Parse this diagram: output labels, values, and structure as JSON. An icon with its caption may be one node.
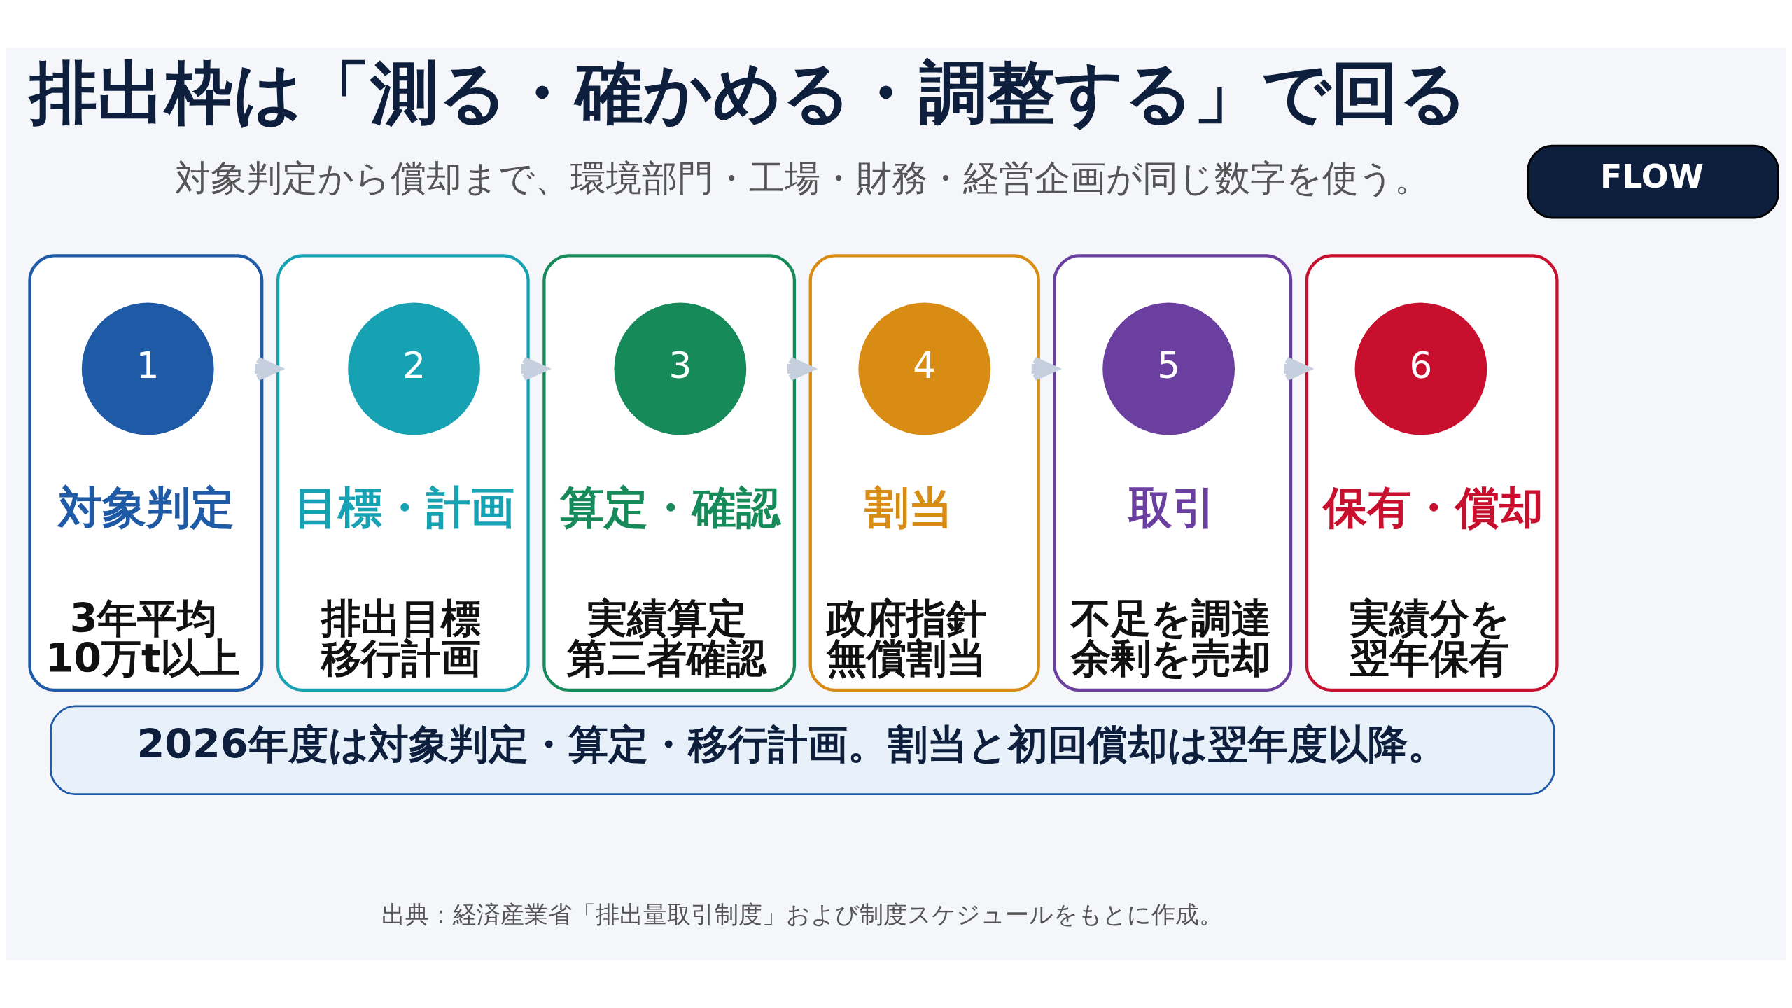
{
  "diagram": {
    "title": "排出枠は「測る・確かめる・調整する」で回る",
    "nodes": [
      {
        "text": [
          "対象判定",
          "3年平均 10万t以上"
        ]
      },
      {
        "text": [
          "1"
        ],
        "in": 0
      },
      {
        "text": [
          "目標・計画",
          "排出目標移行計画"
        ]
      },
      {
        "text": [
          "2"
        ],
        "in": 2
      },
      {
        "text": [
          "算定・確認",
          "実績算定第三者確認"
        ]
      },
      {
        "text": [
          "3"
        ],
        "in": 4
      },
      {
        "text": [
          "割当",
          "政府指針無償割当"
        ]
      },
      {
        "text": [
          "4"
        ],
        "in": 6
      },
      {
        "text": [
          "取引",
          "不足を調達余剰を売却"
        ]
      },
      {
        "text": [
          "5"
        ],
        "in": 8
      },
      {
        "text": [
          "保有・償却",
          "実績分を翌年保有"
        ]
      },
      {
        "text": [
          "6"
        ],
        "in": 10
      },
      {
        "text": [
          "2026年度は対象判定・算定・移行計画。割当と初回償却は翌年度以降。"
        ]
      }
    ],
    "edges": [
      {
        "from": 0,
        "to": 2,
        "arrow": "to"
      },
      {
        "from": 2,
        "to": 4,
        "arrow": "to"
      },
      {
        "from": 4,
        "to": 6,
        "arrow": "to"
      },
      {
        "from": 6,
        "to": 8,
        "arrow": "to"
      },
      {
        "from": 8,
        "to": 10,
        "arrow": "to"
      }
    ],
    "labels": [
      "FLOW",
      "対象判定から償却まで、環境部門・工場・財務・経営企画が同じ数字を使う。",
      "出典：経済産業省「排出量取引制度」および制度スケジュールをもとに作成。"
    ]
  }
}
